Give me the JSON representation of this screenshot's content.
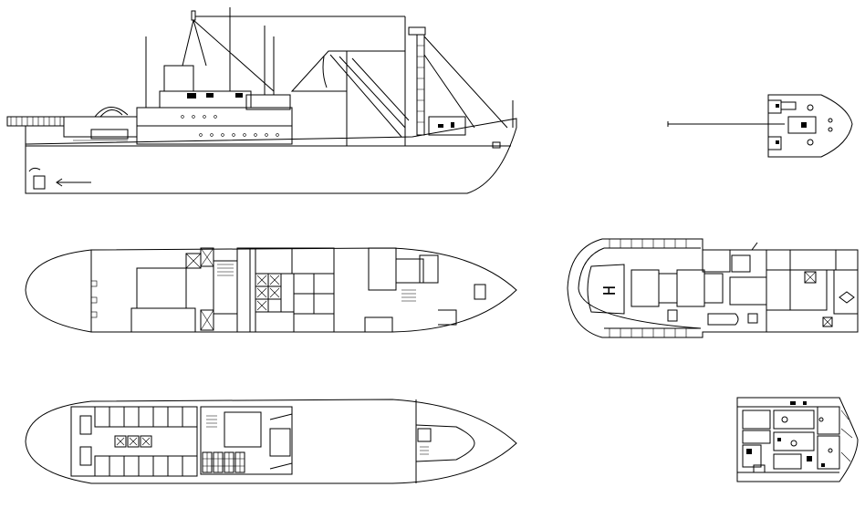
{
  "drawing": {
    "background": "#ffffff",
    "line_color": "#000000",
    "views": [
      {
        "id": "profile",
        "icon": "ship-profile-icon"
      },
      {
        "id": "main-deck-plan",
        "icon": "deck-plan-icon"
      },
      {
        "id": "lower-deck-plan",
        "icon": "deck-plan-icon"
      },
      {
        "id": "forecastle-plan",
        "icon": "bow-plan-icon"
      },
      {
        "id": "helideck-plan",
        "icon": "helideck-icon"
      },
      {
        "id": "bridge-deck-plan",
        "icon": "bridge-plan-icon"
      }
    ],
    "helipad_letter": "H"
  }
}
